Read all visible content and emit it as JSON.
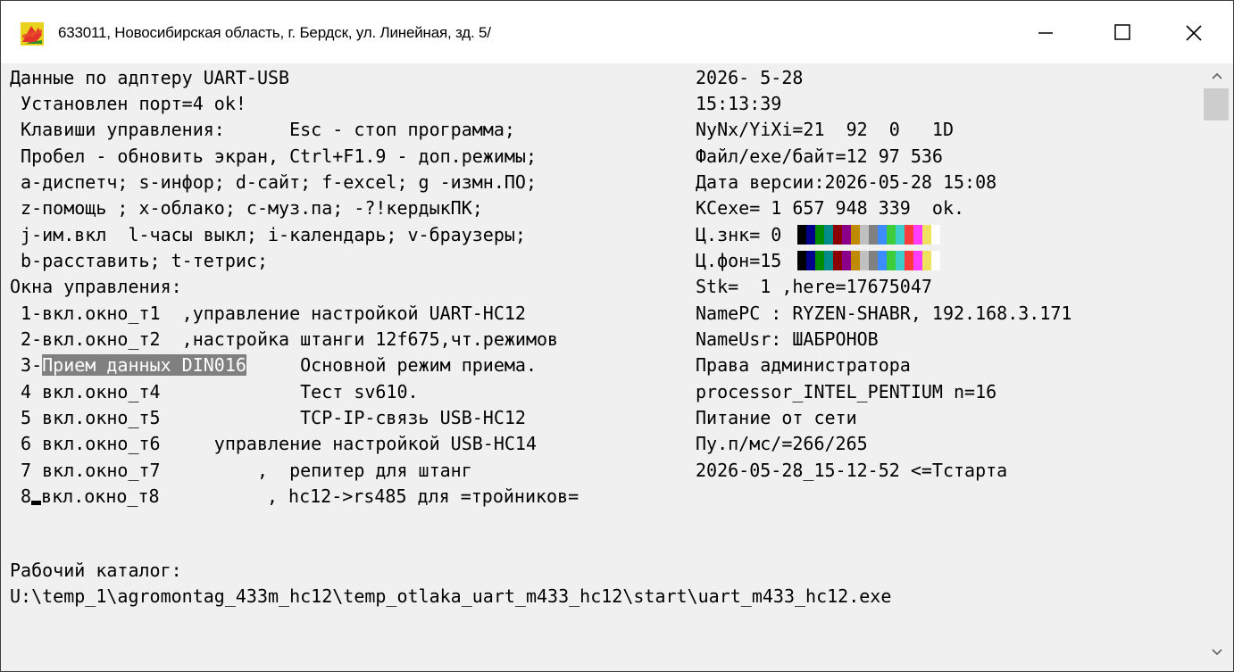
{
  "window": {
    "title": "633011, Новосибирская область, г. Бердск, ул. Линейная, зд. 5/"
  },
  "icons": {
    "app": "app-logo-icon",
    "minimize": "minimize-icon",
    "maximize": "maximize-icon",
    "close": "close-icon",
    "scroll_up": "scroll-up-arrow-icon",
    "scroll_down": "scroll-down-arrow-icon"
  },
  "left": {
    "l01": "Данные по адптеру UART-USB",
    "l02": " Установлен порт=4 ok!",
    "l03": " Клавиши управления:      Esc - стоп программа;",
    "l04": " Пробел - обновить экран, Ctrl+F1.9 - доп.режимы;",
    "l05": " a-диспетч; s-инфор; d-сайт; f-excel; g -измн.ПО;",
    "l06": " z-помощь ; x-облако; c-муз.па; -?!кердыкПК;",
    "l07": " j-им.вкл  l-часы выкл; i-календарь; v-браузеры;",
    "l08": " b-расставить; t-тетрис;",
    "l09": "Окна управления:",
    "l10": " 1-вкл.окно_т1  ,управление настройкой UART-HC12",
    "l11": " 2-вкл.окно_т2  ,настройка штанги 12f675,чт.режимов",
    "l12_pre": " 3-",
    "l12_hl": "Прием данных DIN016",
    "l12_post": "     Основной режим приема.",
    "l13": " 4 вкл.окно_т4             Тест sv610.",
    "l14": " 5 вкл.окно_т5             TCP-IP-связь USB-HC12",
    "l15": " 6 вкл.окно_т6     управление настройкой USB-HC14",
    "l16": " 7 вкл.окно_т7         ,  репитер для штанг",
    "l17_pre": " 8",
    "l17_post": "вкл.окно_т8          , hc12->rs485 для =тройников=",
    "l19": "Рабочий каталог:",
    "l20": "U:\\temp_1\\agromontag_433m_hc12\\temp_otlaka_uart_m433_hc12\\start\\uart_m433_hc12.exe"
  },
  "right": {
    "r01": "2026- 5-28",
    "r02": "15:13:39",
    "r03": "NyNx/YiXi=21  92  0   1D",
    "r04": "Файл/exe/байт=12 97 536",
    "r05": "Дата версии:2026-05-28 15:08",
    "r06": "KCexe= 1 657 948 339  ok.",
    "r07": "Ц.знк= 0",
    "r08": "Ц.фон=15",
    "r09": "Stk=  1 ,here=17675047",
    "r10": "NamePC : RYZEN-SHABR, 192.168.3.171",
    "r11": "NameUsr: ШАБРОНОВ",
    "r12": "Права администратора",
    "r13": "processor_INTEL_PENTIUM n=16",
    "r14": "Питание от сети",
    "r15": "Пу.п/мс/=266/265",
    "r16": "2026-05-28_15-12-52 <=Тстарта"
  },
  "palette": [
    "#000000",
    "#00008b",
    "#008b00",
    "#008b8b",
    "#8b0000",
    "#8b008b",
    "#c08a00",
    "#c0c0c0",
    "#808080",
    "#3c8cff",
    "#3ccc3c",
    "#3ccccc",
    "#ff3c3c",
    "#ff3cff",
    "#f0e060",
    "#ffffff"
  ]
}
